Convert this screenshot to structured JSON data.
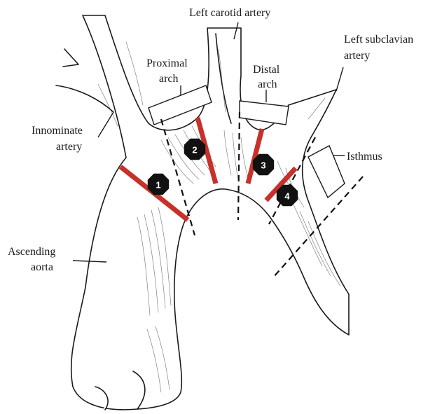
{
  "labels": {
    "left_carotid": "Left carotid artery",
    "left_subclavian_1": "Left subclavian",
    "left_subclavian_2": "artery",
    "proximal_arch_1": "Proximal",
    "proximal_arch_2": "arch",
    "distal_arch_1": "Distal",
    "distal_arch_2": "arch",
    "innominate_1": "Innominate",
    "innominate_2": "artery",
    "isthmus": "Isthmus",
    "ascending_aorta_1": "Ascending",
    "ascending_aorta_2": "aorta"
  },
  "zones": [
    {
      "number": "1"
    },
    {
      "number": "2"
    },
    {
      "number": "3"
    },
    {
      "number": "4"
    }
  ],
  "colors": {
    "zone_line": "#c8312a",
    "badge": "#111111",
    "outline": "#1a1a1a"
  }
}
